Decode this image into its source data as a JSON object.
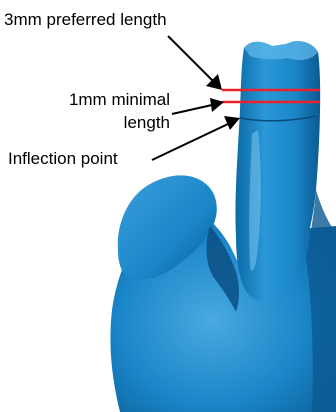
{
  "annotations": {
    "preferred_length": "3mm preferred length",
    "minimal_length_line1": "1mm minimal",
    "minimal_length_line2": "length",
    "inflection_point": "Inflection point"
  },
  "colors": {
    "model_blue": "#1a86c8",
    "model_shadow": "#0d5f99",
    "model_highlight": "#5fb7e8",
    "marker_red": "#e8242a",
    "arrow_black": "#000000"
  }
}
